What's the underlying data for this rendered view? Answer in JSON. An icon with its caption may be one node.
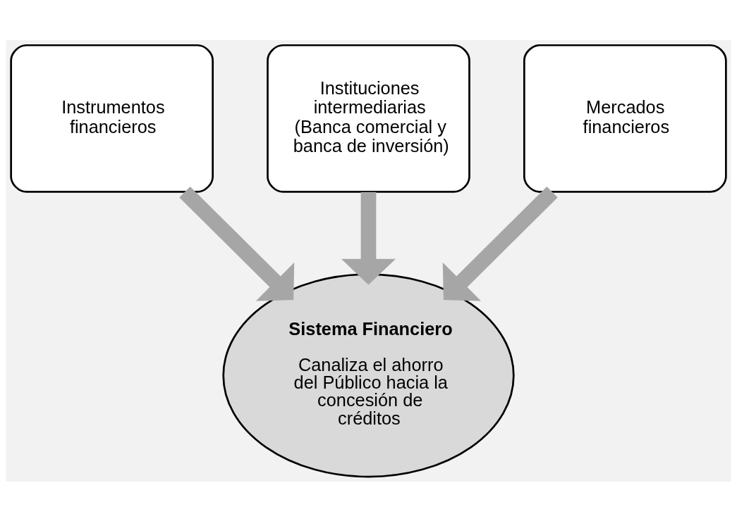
{
  "diagram": {
    "nodes": [
      {
        "text": [
          "Instrumentos financieros"
        ]
      },
      {
        "text": [
          "Instituciones intermediarias (Banca comercial y banca de inversión)"
        ]
      },
      {
        "text": [
          "Mercados financieros"
        ]
      },
      {
        "text": [
          "Sistema Financiero",
          "Canaliza el ahorro del Público hacia la concesión de créditos"
        ]
      }
    ],
    "edges": [
      {
        "from": 0,
        "to": 3,
        "arrow": "to"
      },
      {
        "from": 1,
        "to": 3,
        "arrow": "to"
      },
      {
        "from": 2,
        "to": 3,
        "arrow": "to"
      }
    ]
  }
}
